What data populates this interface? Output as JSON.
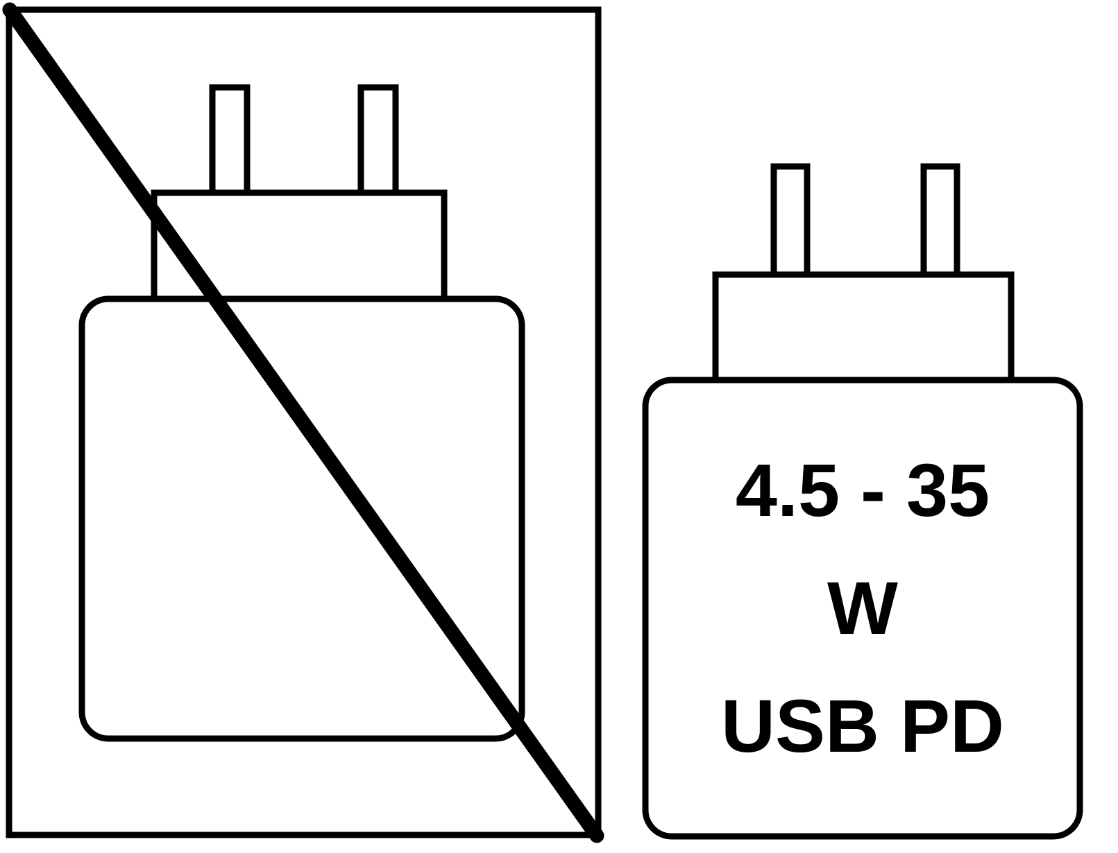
{
  "colors": {
    "stroke": "#000000",
    "background": "#ffffff"
  },
  "symbols": {
    "charger_not_included": {
      "icon": "power-adapter-crossed-out-icon"
    },
    "charger_spec": {
      "icon": "power-adapter-icon",
      "power_range": "4.5 - 35",
      "power_unit": "W",
      "standard": "USB PD"
    }
  }
}
